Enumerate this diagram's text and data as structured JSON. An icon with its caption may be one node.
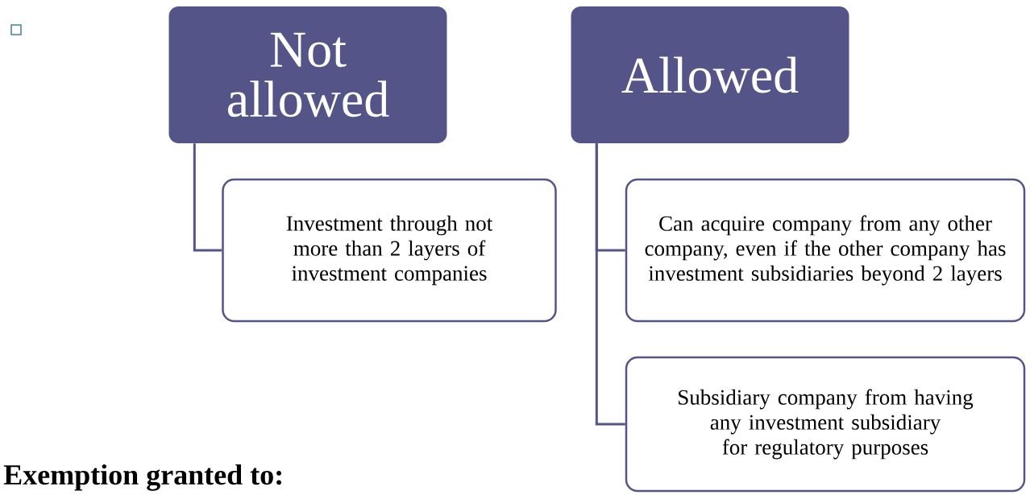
{
  "diagram": {
    "nodes": [
      {
        "text": [
          "Not allowed"
        ]
      },
      {
        "text": [
          "Allowed"
        ]
      },
      {
        "text": [
          "Investment through not more than 2 layers of investment companies"
        ]
      },
      {
        "text": [
          "Can acquire company from any other company, even if the other company has investment subsidiaries beyond 2 layers"
        ]
      },
      {
        "text": [
          "Subsidiary company from having any investment subsidiary for regulatory purposes"
        ]
      }
    ],
    "edges": [
      {
        "from": 0,
        "to": 2,
        "arrow": "none"
      },
      {
        "from": 1,
        "to": 3,
        "arrow": "none"
      },
      {
        "from": 1,
        "to": 4,
        "arrow": "none"
      }
    ],
    "labels": [
      "Exemption granted to:"
    ]
  }
}
